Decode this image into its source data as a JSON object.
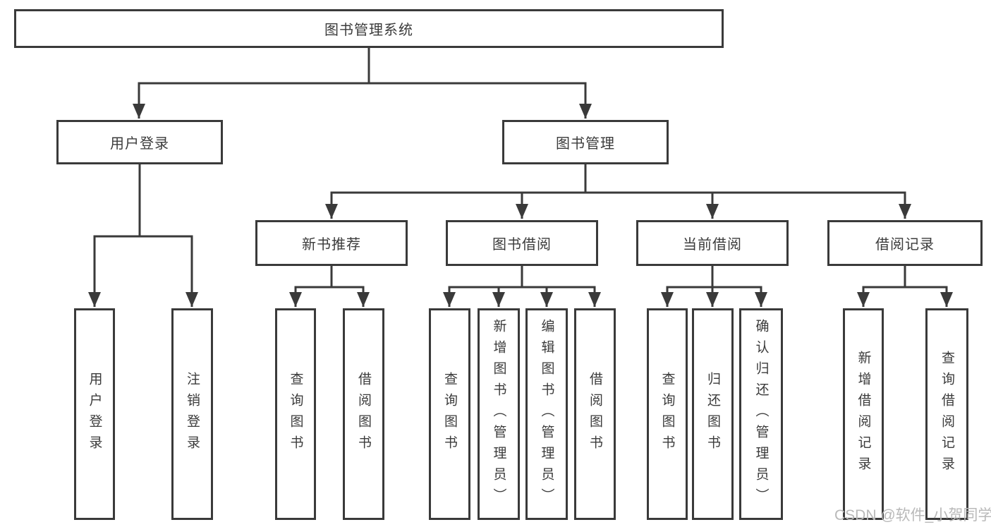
{
  "diagram": {
    "root": {
      "label": "图书管理系统"
    },
    "branches": [
      {
        "label": "用户登录",
        "leaves": [
          {
            "label": "用户登录"
          },
          {
            "label": "注销登录"
          }
        ]
      },
      {
        "label": "图书管理",
        "sections": [
          {
            "label": "新书推荐",
            "leaves": [
              {
                "label": "查询图书"
              },
              {
                "label": "借阅图书"
              }
            ]
          },
          {
            "label": "图书借阅",
            "leaves": [
              {
                "label": "查询图书"
              },
              {
                "label": "新增图书（管理员）"
              },
              {
                "label": "编辑图书（管理员）"
              },
              {
                "label": "借阅图书"
              }
            ]
          },
          {
            "label": "当前借阅",
            "leaves": [
              {
                "label": "查询图书"
              },
              {
                "label": "归还图书"
              },
              {
                "label": "确认归还（管理员）"
              }
            ]
          },
          {
            "label": "借阅记录",
            "leaves": [
              {
                "label": "新增借阅记录"
              },
              {
                "label": "查询借阅记录"
              }
            ]
          }
        ]
      }
    ]
  },
  "watermark": {
    "text": "CSDN @软件_小贺同学"
  },
  "colors": {
    "line": "#3a3a3a",
    "text": "#3b3b3b",
    "watermark": "#b9b9b9",
    "background": "#ffffff"
  }
}
